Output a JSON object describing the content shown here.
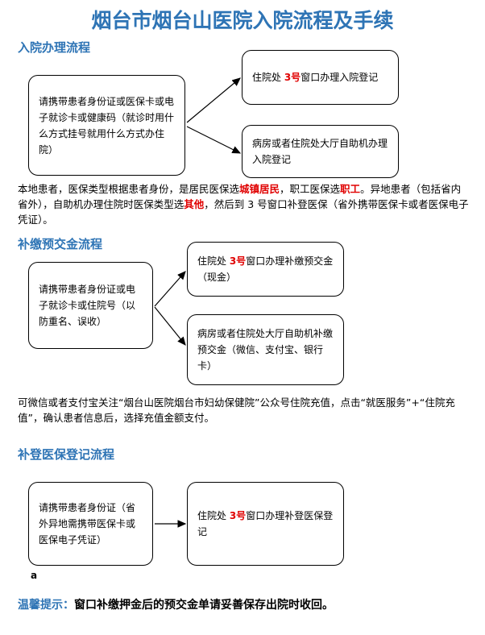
{
  "title": "烟台市烟台山医院入院流程及手续",
  "section1": {
    "heading": "入院办理流程",
    "source_box": "请携带患者身份证或医保卡或电子就诊卡或健康码（就诊时用什么方式挂号就用什么方式办住院）",
    "box_a": {
      "pre": "住院处 ",
      "highlight": "3号",
      "post": "窗口办理入院登记"
    },
    "box_b": "病房或者住院处大厅自助机办理入院登记"
  },
  "para1": {
    "t1": "本地患者，医保类型根据患者身份，是居民医保选",
    "h1": "城镇居民",
    "t2": "，职工医保选",
    "h2": "职工",
    "t3": "。异地患者（包括省内省外），自助机办理住院时医保类型选",
    "h3": "其他",
    "t4": "，然后到 3 号窗口补登医保（省外携带医保卡或者医保电子凭证）。"
  },
  "section2": {
    "heading": "补缴预交金流程",
    "source_box": "请携带患者身份证或电子就诊卡或住院号（以防重名、误收）",
    "box_a": {
      "pre": "住院处 ",
      "highlight": "3号",
      "post": "窗口办理补缴预交金（现金）"
    },
    "box_b": "病房或者住院处大厅自助机补缴预交金（微信、支付宝、银行卡）"
  },
  "para2": "可微信或者支付宝关注“烟台山医院烟台市妇幼保健院”公众号住院充值，点击“就医服务”+“住院充值”，确认患者信息后，选择充值金额支付。",
  "section3": {
    "heading": "补登医保登记流程",
    "source_box": "请携带患者身份证（省外异地需携带医保卡或医保电子凭证）",
    "box_a": {
      "pre": "住院处 ",
      "highlight": "3号",
      "post": "窗口办理补登医保登记"
    },
    "stray": "a"
  },
  "tip": {
    "label": "温馨提示：",
    "text": "窗口补缴押金后的预交金单请妥善保存出院时收回。"
  },
  "colors": {
    "heading": "#2e74b5",
    "highlight": "#e00000"
  }
}
